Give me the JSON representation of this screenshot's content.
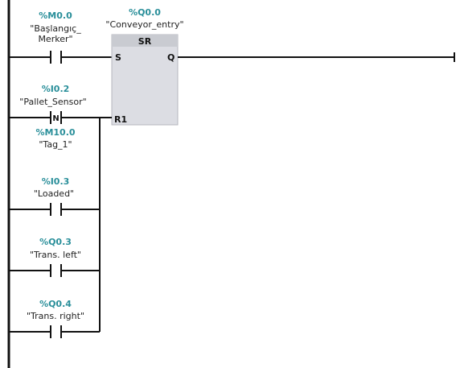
{
  "network": {
    "contacts": [
      {
        "id": "m0-0",
        "address": "%M0.0",
        "symbol_line1": "\"Başlangıç_",
        "symbol_line2": "Merker\"",
        "type": "normally-open"
      },
      {
        "id": "i0-2",
        "address": "%I0.2",
        "symbol_line1": "\"Pallet_Sensor\"",
        "type": "negative-edge",
        "edge_label": "N"
      },
      {
        "id": "m10-0",
        "address": "%M10.0",
        "symbol_line1": "\"Tag_1\"",
        "type": "edge-memory"
      },
      {
        "id": "i0-3",
        "address": "%I0.3",
        "symbol_line1": "\"Loaded\"",
        "type": "normally-open"
      },
      {
        "id": "q0-3",
        "address": "%Q0.3",
        "symbol_line1": "\"Trans. left\"",
        "type": "normally-open"
      },
      {
        "id": "q0-4",
        "address": "%Q0.4",
        "symbol_line1": "\"Trans. right\"",
        "type": "normally-open"
      }
    ],
    "sr_block": {
      "address": "%Q0.0",
      "symbol": "\"Conveyor_entry\"",
      "title": "SR",
      "pin_s": "S",
      "pin_q": "Q",
      "pin_r1": "R1",
      "colors": {
        "header": "#c9cbd1",
        "body": "#dcdde3",
        "border": "#b4b6bd"
      }
    },
    "colors": {
      "address": "#2a8f9a",
      "wire": "#111111"
    }
  }
}
